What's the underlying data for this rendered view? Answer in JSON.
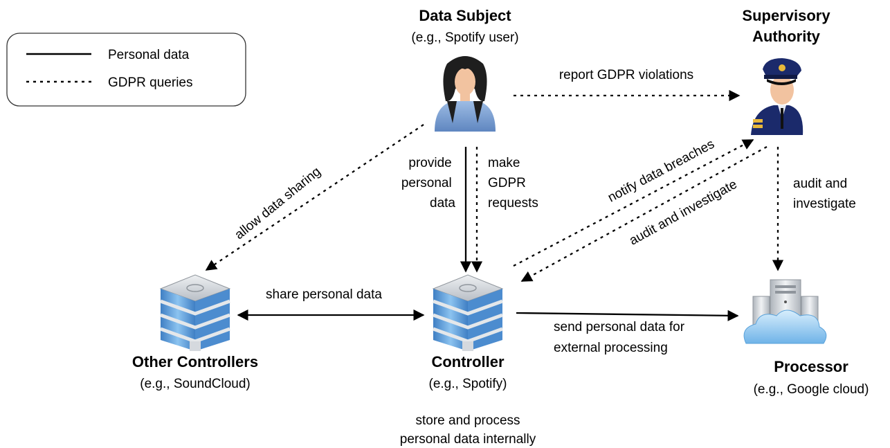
{
  "legend": {
    "solid_label": "Personal data",
    "dotted_label": "GDPR queries"
  },
  "nodes": {
    "data_subject": {
      "title": "Data Subject",
      "subtitle": "(e.g., Spotify user)"
    },
    "supervisory_authority": {
      "title_line1": "Supervisory",
      "title_line2": "Authority"
    },
    "other_controllers": {
      "title": "Other Controllers",
      "subtitle": "(e.g., SoundCloud)"
    },
    "controller": {
      "title": "Controller",
      "subtitle": "(e.g., Spotify)",
      "note_line1": "store and process",
      "note_line2": "personal data internally"
    },
    "processor": {
      "title": "Processor",
      "subtitle": "(e.g., Google cloud)"
    }
  },
  "edges": {
    "report_violations": "report GDPR violations",
    "allow_sharing": "allow data sharing",
    "provide_data": [
      "provide",
      "personal",
      "data"
    ],
    "make_requests": [
      "make",
      "GDPR",
      "requests"
    ],
    "notify_breaches": "notify data breaches",
    "audit_controller": "audit and investigate",
    "audit_processor": [
      "audit and",
      "investigate"
    ],
    "share_data": "share personal data",
    "send_data": [
      "send personal data for",
      "external processing"
    ]
  },
  "colors": {
    "line": "#000000",
    "skin": "#f2c3a0",
    "hair": "#1e1e1e",
    "shirt": "#7fa4d6",
    "uniform": "#1b2a6b",
    "building_glass": "#5f9fdb",
    "building_frame": "#d9dde2",
    "cloud": "#a8d4f5",
    "server": "#cfd3d8"
  }
}
